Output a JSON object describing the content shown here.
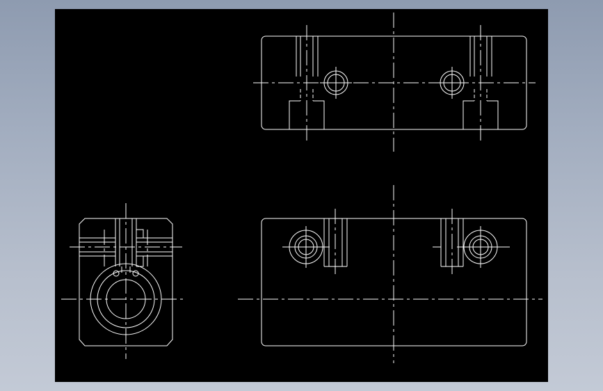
{
  "app": {
    "background_color": "#a3aec0",
    "viewport_color": "#000000",
    "line_color": "#ffffff"
  },
  "drawing": {
    "views": [
      "top-view",
      "front-view",
      "side-view"
    ]
  }
}
